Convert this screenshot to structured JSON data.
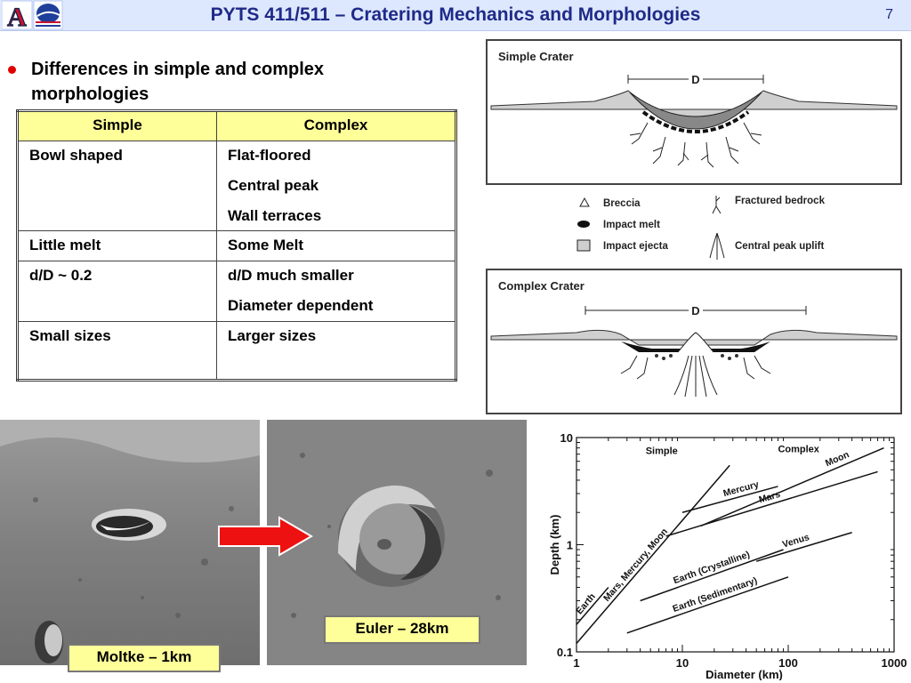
{
  "header": {
    "title": "PYTS 411/511 – Cratering Mechanics and Morphologies",
    "page_number": "7",
    "logo_letter": "A"
  },
  "bullet": {
    "text": "Differences in simple and complex morphologies"
  },
  "table": {
    "headers": [
      "Simple",
      "Complex"
    ],
    "rows": [
      {
        "simple": [
          "Bowl shaped"
        ],
        "complex": [
          "Flat-floored",
          "Central peak",
          "Wall terraces"
        ]
      },
      {
        "simple": [
          "Little melt"
        ],
        "complex": [
          "Some Melt"
        ]
      },
      {
        "simple": [
          "d/D ~ 0.2"
        ],
        "complex": [
          "d/D much smaller",
          "Diameter dependent"
        ]
      },
      {
        "simple": [
          "Small sizes"
        ],
        "complex": [
          "Larger sizes"
        ]
      }
    ]
  },
  "diagrams": {
    "simple_title": "Simple Crater",
    "complex_title": "Complex Crater",
    "d_label": "D",
    "legend": {
      "breccia": "Breccia",
      "impact_melt": "Impact melt",
      "impact_ejecta": "Impact ejecta",
      "fractured_bedrock": "Fractured bedrock",
      "central_peak_uplift": "Central peak uplift"
    }
  },
  "photos": {
    "moltke_label": "Moltke – 1km",
    "euler_label": "Euler – 28km"
  },
  "chart_data": {
    "type": "line",
    "xlabel": "Diameter (km)",
    "ylabel": "Depth (km)",
    "xscale": "log",
    "yscale": "log",
    "xlim": [
      1,
      1000
    ],
    "ylim": [
      0.1,
      10
    ],
    "xticks": [
      "1",
      "10",
      "100",
      "1000"
    ],
    "yticks": [
      "0.1",
      "1",
      "10"
    ],
    "annotations": [
      "Simple",
      "Complex"
    ],
    "series": [
      {
        "name": "Earth",
        "x": [
          1,
          2
        ],
        "y": [
          0.18,
          0.4
        ]
      },
      {
        "name": "Mars, Mercury, Moon",
        "x": [
          1,
          28
        ],
        "y": [
          0.12,
          5.5
        ]
      },
      {
        "name": "Moon",
        "x": [
          15,
          800
        ],
        "y": [
          1.5,
          8.0
        ]
      },
      {
        "name": "Mercury",
        "x": [
          10,
          80
        ],
        "y": [
          2.0,
          3.5
        ]
      },
      {
        "name": "Mars",
        "x": [
          7,
          700
        ],
        "y": [
          1.2,
          4.8
        ]
      },
      {
        "name": "Earth (Crystalline)",
        "x": [
          4,
          90
        ],
        "y": [
          0.3,
          0.9
        ]
      },
      {
        "name": "Venus",
        "x": [
          50,
          400
        ],
        "y": [
          0.7,
          1.3
        ]
      },
      {
        "name": "Earth (Sedimentary)",
        "x": [
          3,
          100
        ],
        "y": [
          0.15,
          0.5
        ]
      }
    ]
  }
}
